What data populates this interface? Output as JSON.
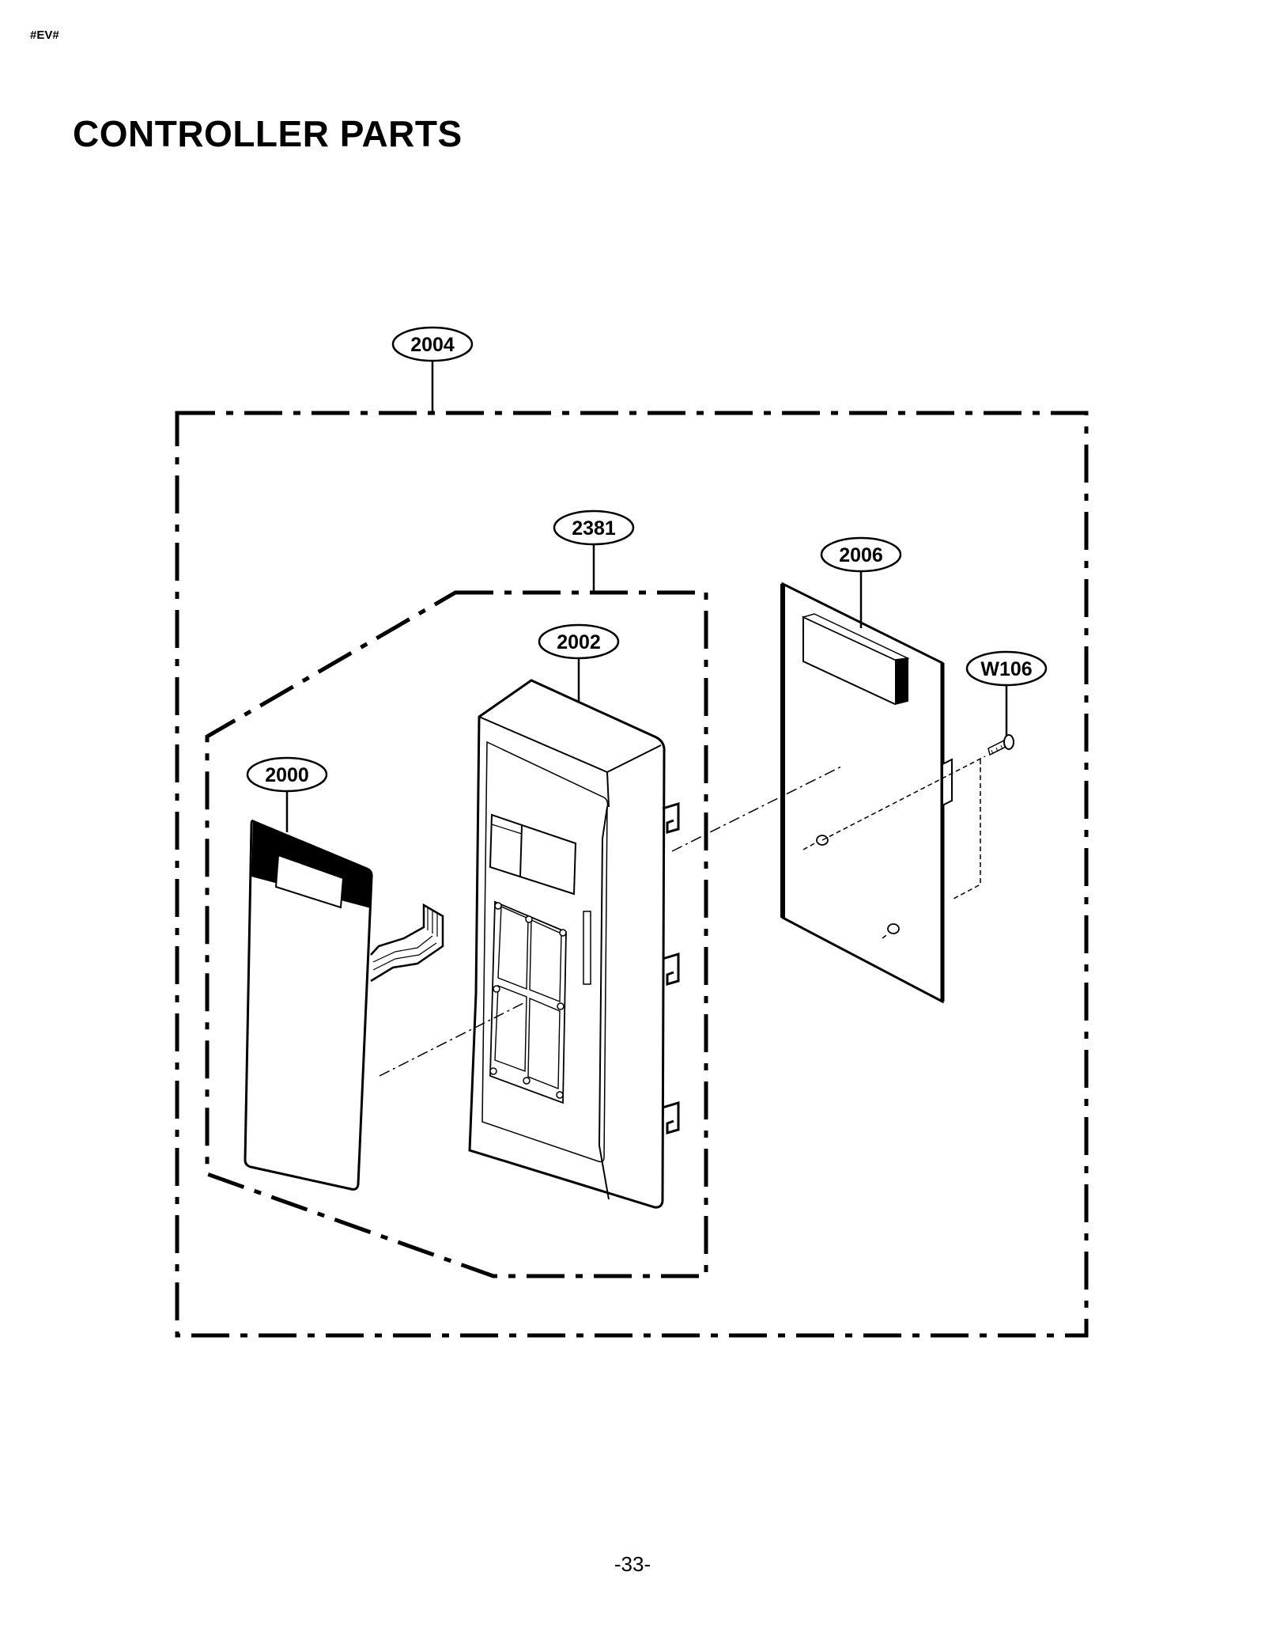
{
  "header": {
    "code": "#EV#"
  },
  "title": "CONTROLLER PARTS",
  "footer": {
    "page_number": "-33-"
  },
  "diagram": {
    "callouts": [
      {
        "id": "2004",
        "label": "2004"
      },
      {
        "id": "2381",
        "label": "2381"
      },
      {
        "id": "2006",
        "label": "2006"
      },
      {
        "id": "2002",
        "label": "2002"
      },
      {
        "id": "W106",
        "label": "W106"
      },
      {
        "id": "2000",
        "label": "2000"
      }
    ],
    "line_color": "#000000",
    "fill_color": "#ffffff"
  }
}
